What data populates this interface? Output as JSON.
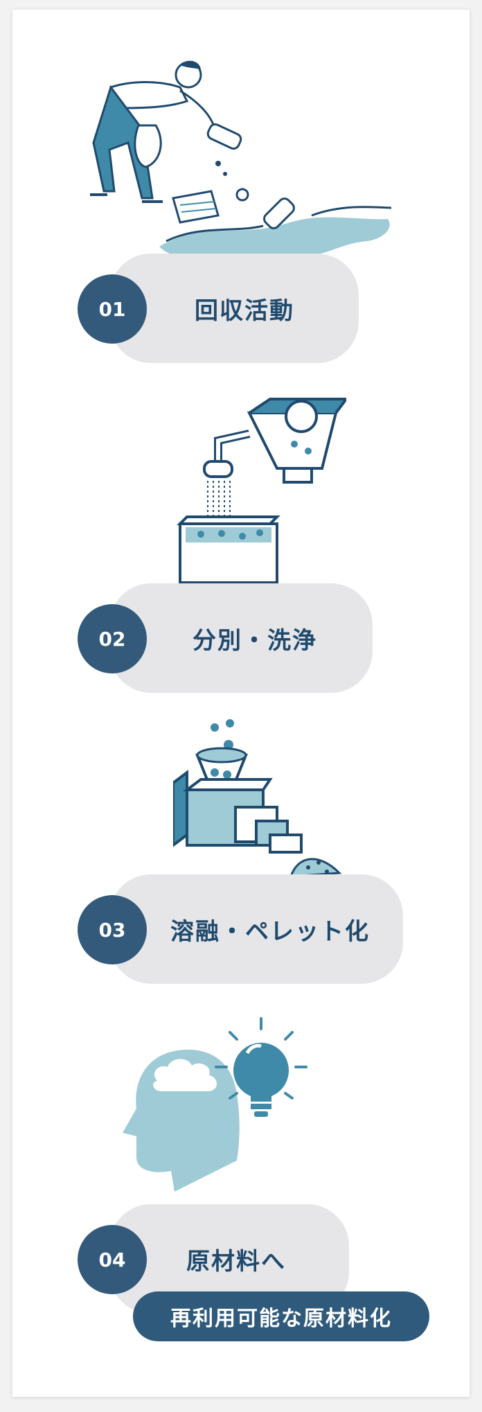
{
  "steps": [
    {
      "num": "01",
      "label": "回収活動",
      "illustration": "person-collecting-trash-icon"
    },
    {
      "num": "02",
      "label": "分別・洗浄",
      "illustration": "washing-machine-icon"
    },
    {
      "num": "03",
      "label": "溶融・ペレット化",
      "illustration": "pellet-extruder-icon"
    },
    {
      "num": "04",
      "label": "原材料へ",
      "illustration": "head-lightbulb-icon"
    }
  ],
  "badge": {
    "label": "再利用可能な原材料化"
  },
  "colors": {
    "navy": "#335a7a",
    "teal": "#3e8aa8",
    "light_teal": "#9fcbd6",
    "pill": "#e6e6e8"
  }
}
